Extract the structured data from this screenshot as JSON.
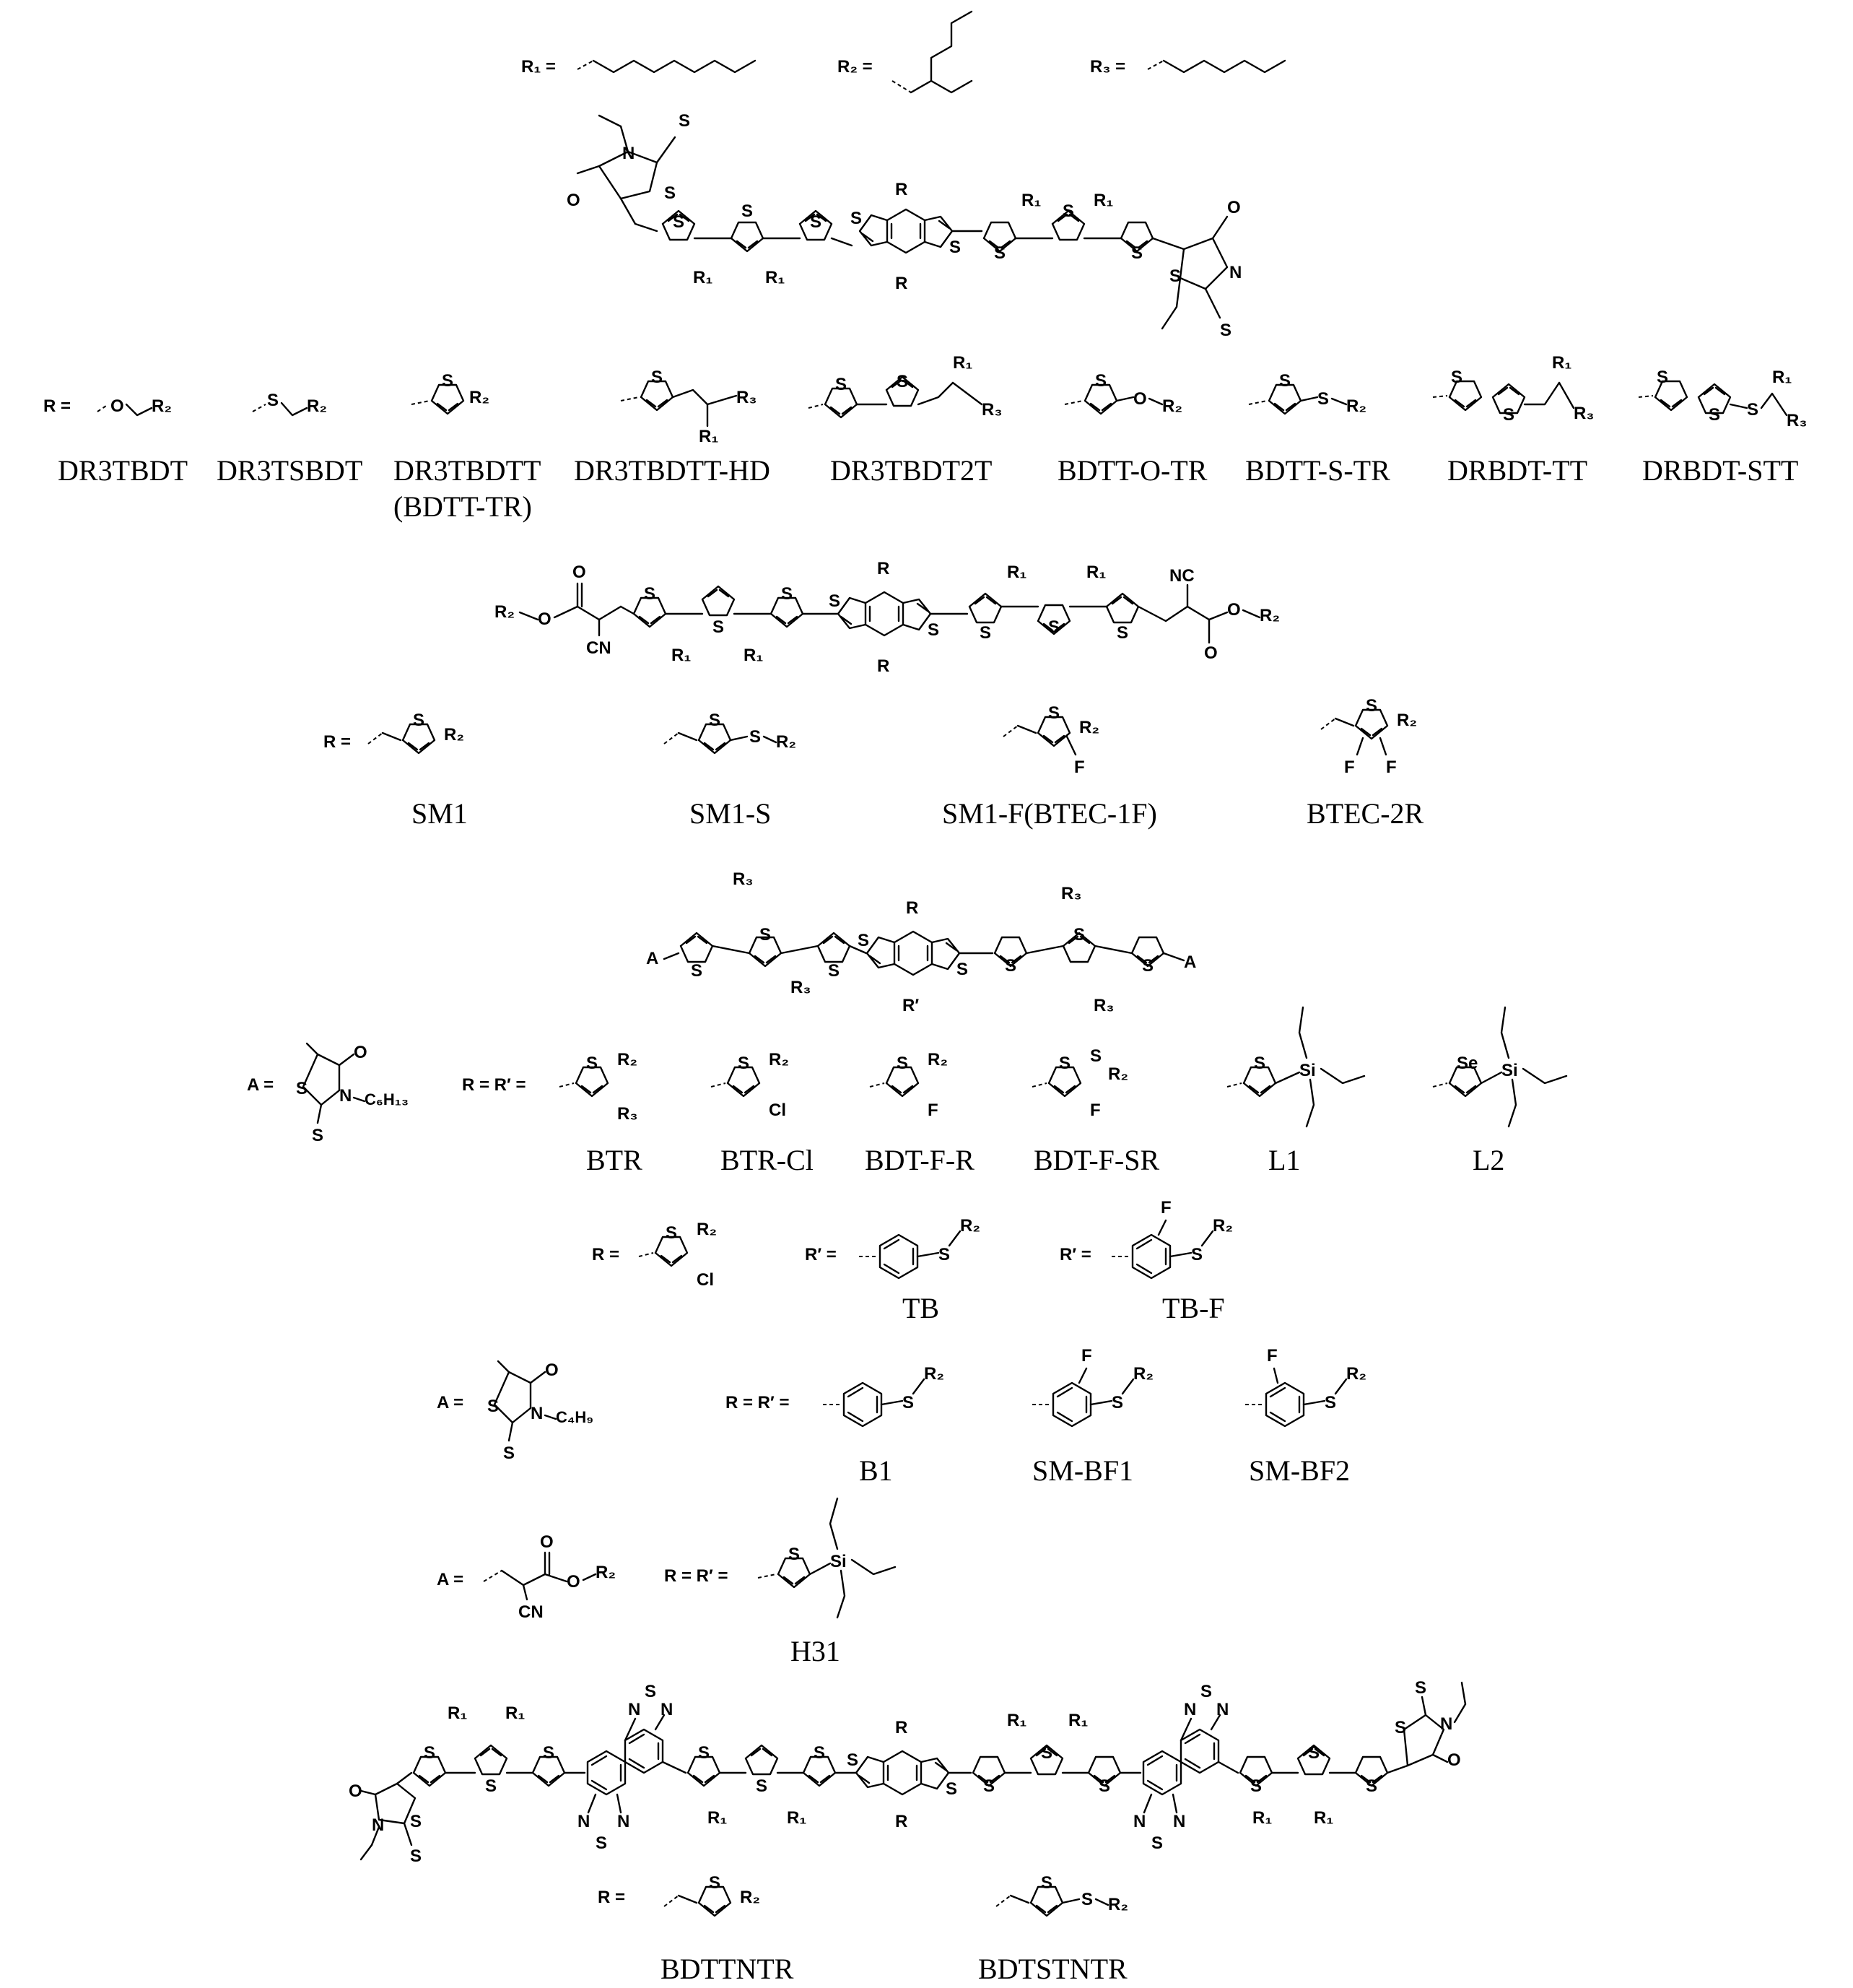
{
  "definitions": {
    "r1": "R₁ =",
    "r2": "R₂ =",
    "r3": "R₃ ="
  },
  "atoms": {
    "S": "S",
    "N": "N",
    "O": "O",
    "F": "F",
    "Cl": "Cl",
    "Si": "Si",
    "Se": "Se",
    "NC": "NC",
    "CN": "CN",
    "R": "R",
    "R_prime": "R′",
    "R1": "R₁",
    "R2": "R₂",
    "R3": "R₃",
    "C6H13": "C₆H₁₃",
    "C4H9": "C₄H₉",
    "A": "A"
  },
  "prefixes": {
    "R_eq": "R =",
    "A_eq": "A =",
    "RR_eq": "R = R′ =",
    "Rp_eq": "R′ ="
  },
  "section1": {
    "labels": [
      "DR3TBDT",
      "DR3TSBDT",
      "DR3TBDTT",
      "DR3TBDTT-HD",
      "DR3TBDT2T",
      "BDTT-O-TR",
      "BDTT-S-TR",
      "DRBDT-TT",
      "DRBDT-STT"
    ],
    "label_extra": "(BDTT-TR)"
  },
  "section2": {
    "labels": [
      "SM1",
      "SM1-S",
      "SM1-F(BTEC-1F)",
      "BTEC-2R"
    ]
  },
  "section3": {
    "labels": [
      "BTR",
      "BTR-Cl",
      "BDT-F-R",
      "BDT-F-SR",
      "L1",
      "L2"
    ]
  },
  "section4": {
    "labels": [
      "TB",
      "TB-F"
    ]
  },
  "section5": {
    "labels": [
      "B1",
      "SM-BF1",
      "SM-BF2"
    ]
  },
  "section6": {
    "labels": [
      "H31"
    ]
  },
  "section7": {
    "labels": [
      "BDTTNTR",
      "BDTSTNTR"
    ]
  }
}
